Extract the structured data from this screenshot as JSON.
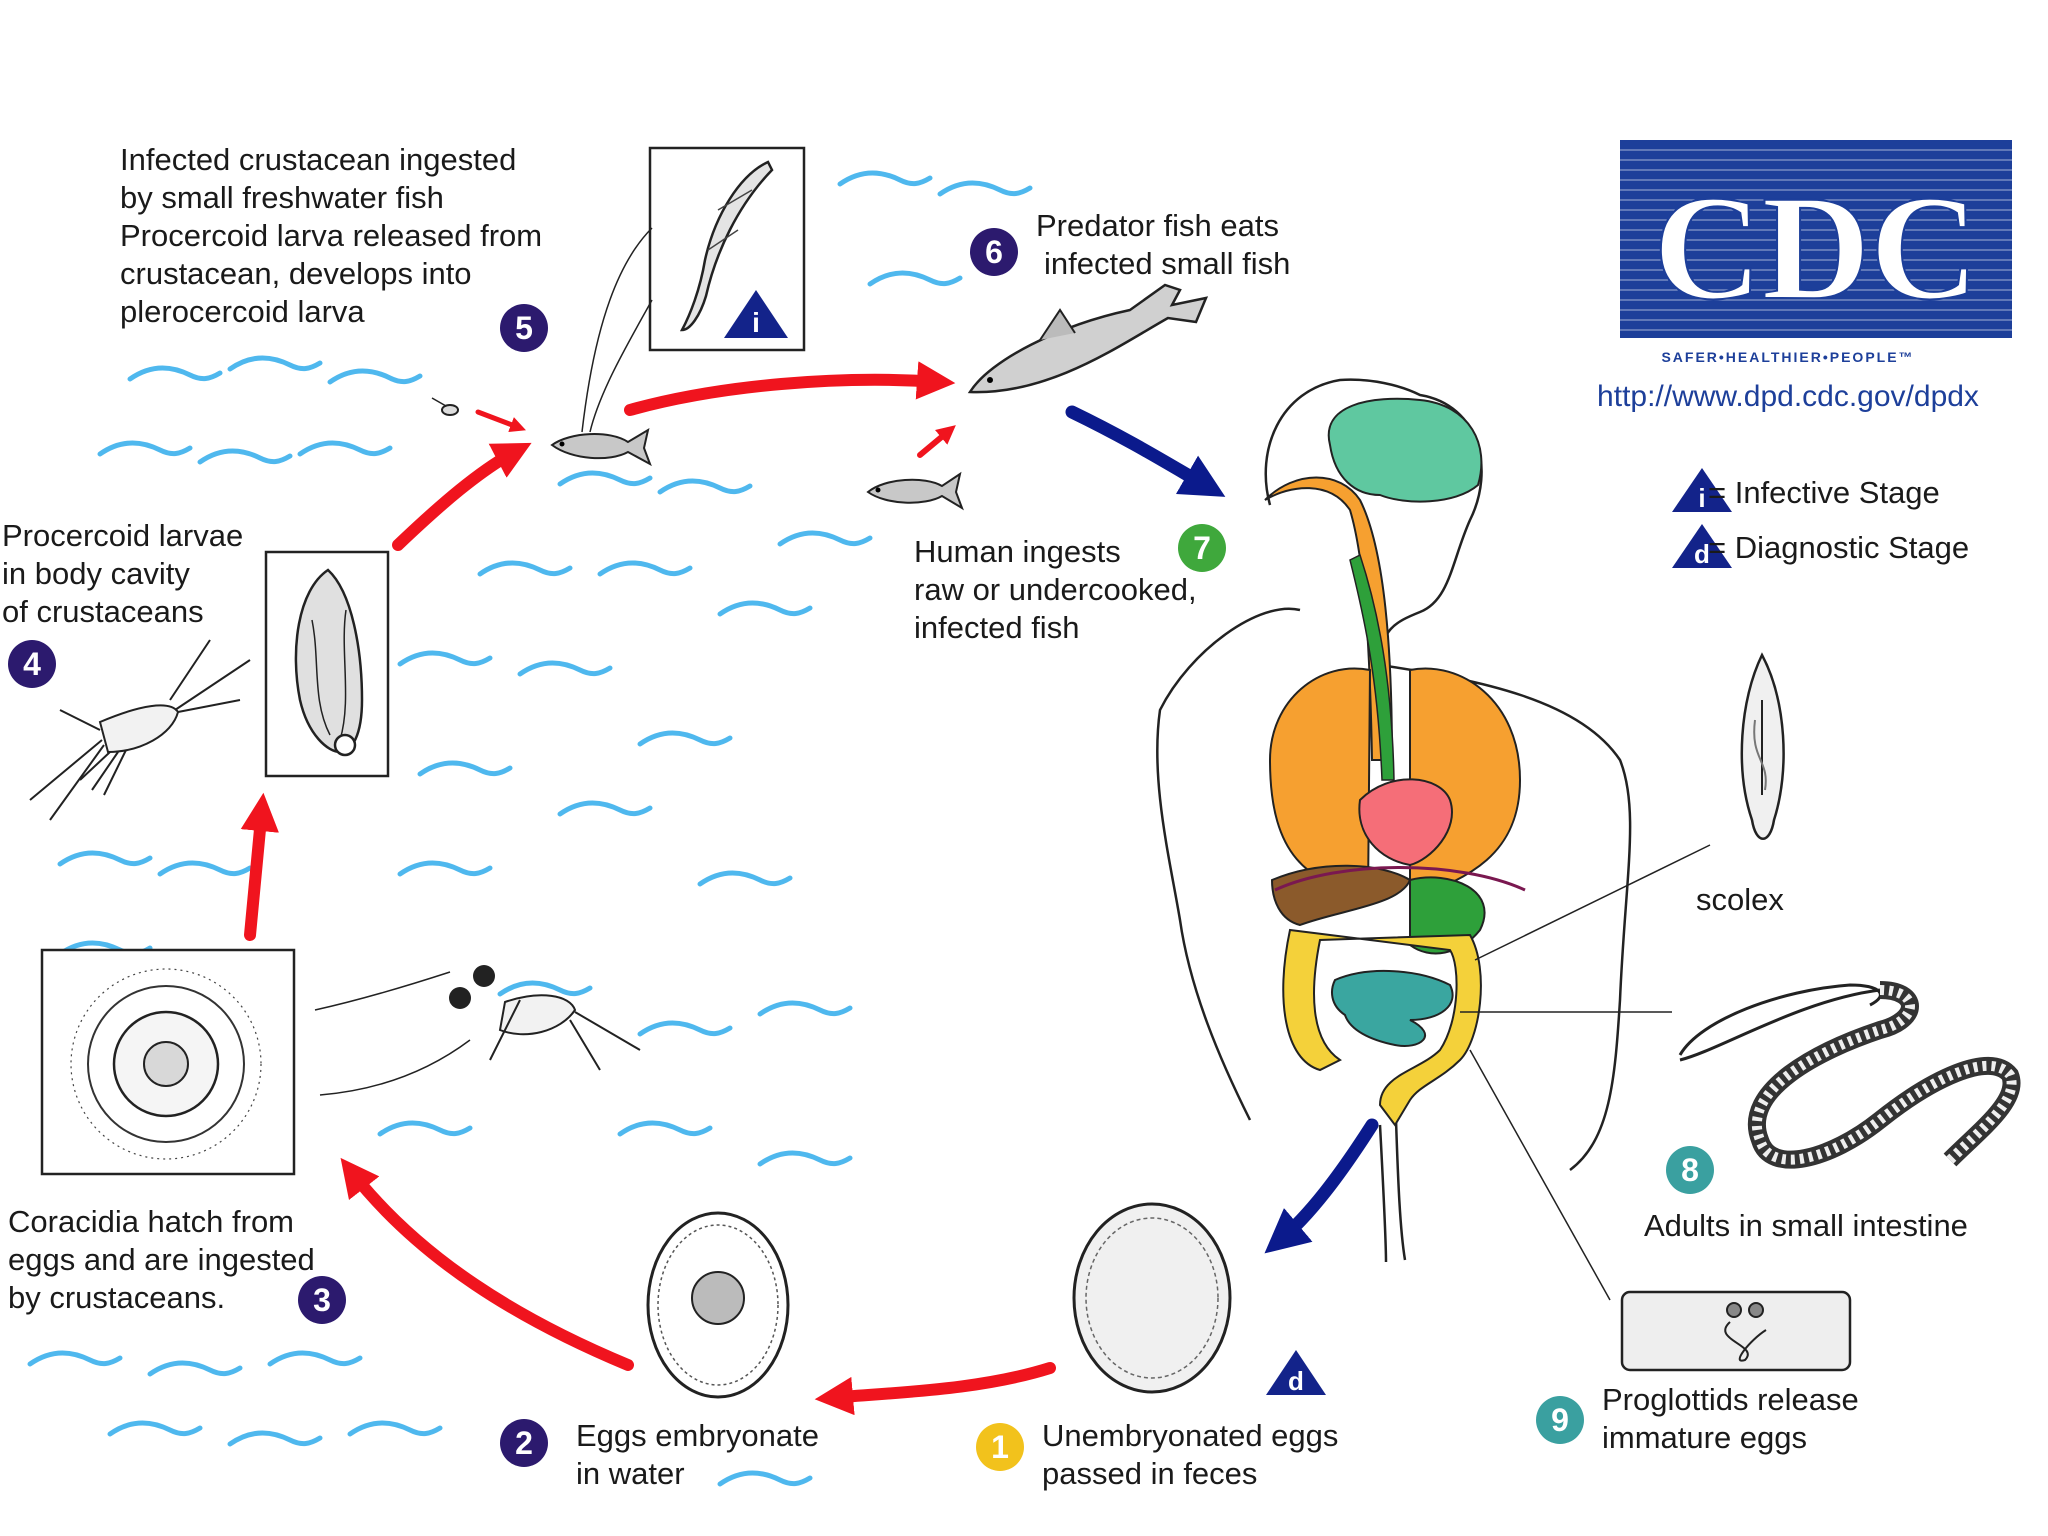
{
  "colors": {
    "red_arrow": "#f0141e",
    "blue_arrow": "#0b1a8c",
    "water": "#4fb8ee",
    "purple_badge": "#2c1a6e",
    "green_badge": "#3fa83c",
    "teal_badge": "#3aa0a0",
    "yellow_badge": "#f2c21c",
    "cdc_blue": "#1d3f9a",
    "infective_blue": "#13238a"
  },
  "logo": {
    "wordmark": "CDC",
    "tagline": "SAFER•HEALTHIER•PEOPLE™",
    "url": "http://www.dpd.cdc.gov/dpdx"
  },
  "legend": {
    "infective_symbol": "i",
    "infective_label": "= Infective Stage",
    "diagnostic_symbol": "d",
    "diagnostic_label": "= Diagnostic Stage"
  },
  "stages": {
    "s1": {
      "num": "1",
      "line1": "Unembryonated eggs",
      "line2": "passed in feces"
    },
    "s2": {
      "num": "2",
      "line1": "Eggs embryonate",
      "line2": "in water"
    },
    "s3": {
      "num": "3",
      "line1": "Coracidia hatch from",
      "line2": "eggs and are ingested",
      "line3": "by crustaceans."
    },
    "s4": {
      "num": "4",
      "line1": "Procercoid larvae",
      "line2": "in body cavity",
      "line3": "of crustaceans"
    },
    "s5": {
      "num": "5",
      "line1": "Infected crustacean ingested",
      "line2": "by small freshwater fish",
      "line3": "Procercoid larva released from",
      "line4": "crustacean, develops into",
      "line5": "plerocercoid larva"
    },
    "s6": {
      "num": "6",
      "line1": "Predator fish eats",
      "line2": "infected small fish"
    },
    "s7": {
      "num": "7",
      "line1": "Human ingests",
      "line2": "raw or undercooked,",
      "line3": "infected fish"
    },
    "s8": {
      "num": "8",
      "line1": "Adults in small intestine"
    },
    "s9": {
      "num": "9",
      "line1": "Proglottids release",
      "line2": "immature eggs"
    }
  },
  "scolex_label": "scolex",
  "icons": {
    "infective_marker": "infective-stage-triangle-icon",
    "diagnostic_marker": "diagnostic-stage-triangle-icon"
  }
}
